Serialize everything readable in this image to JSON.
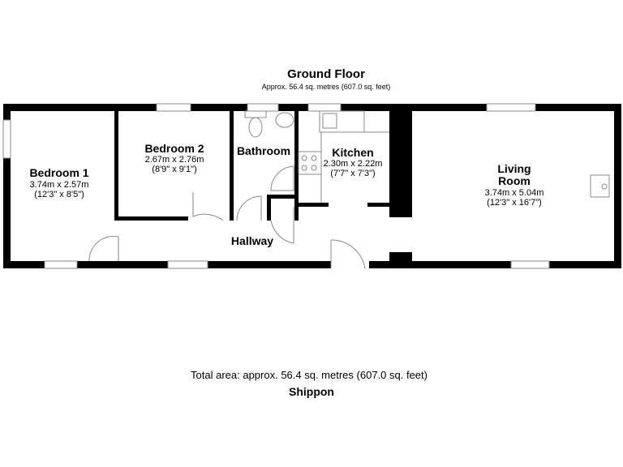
{
  "floor": {
    "title": "Ground Floor",
    "area": "Approx. 56.4 sq. metres (607.0 sq. feet)"
  },
  "rooms": {
    "bedroom1": {
      "name": "Bedroom 1",
      "metric": "3.74m x 2.57m",
      "imperial": "(12'3\" x 8'5\")"
    },
    "bedroom2": {
      "name": "Bedroom 2",
      "metric": "2.67m x 2.76m",
      "imperial": "(8'9\" x 9'1\")"
    },
    "bathroom": {
      "name": "Bathroom"
    },
    "kitchen": {
      "name": "Kitchen",
      "metric": "2.30m x 2.22m",
      "imperial": "(7'7\" x 7'3\")"
    },
    "living": {
      "name_line1": "Living",
      "name_line2": "Room",
      "metric": "3.74m x 5.04m",
      "imperial": "(12'3\" x 16'7\")"
    },
    "hallway": {
      "name": "Hallway"
    }
  },
  "footer": {
    "total": "Total area: approx. 56.4 sq. metres (607.0 sq. feet)",
    "property": "Shippon"
  },
  "colors": {
    "wall": "#000000",
    "fixture": "#888888"
  }
}
